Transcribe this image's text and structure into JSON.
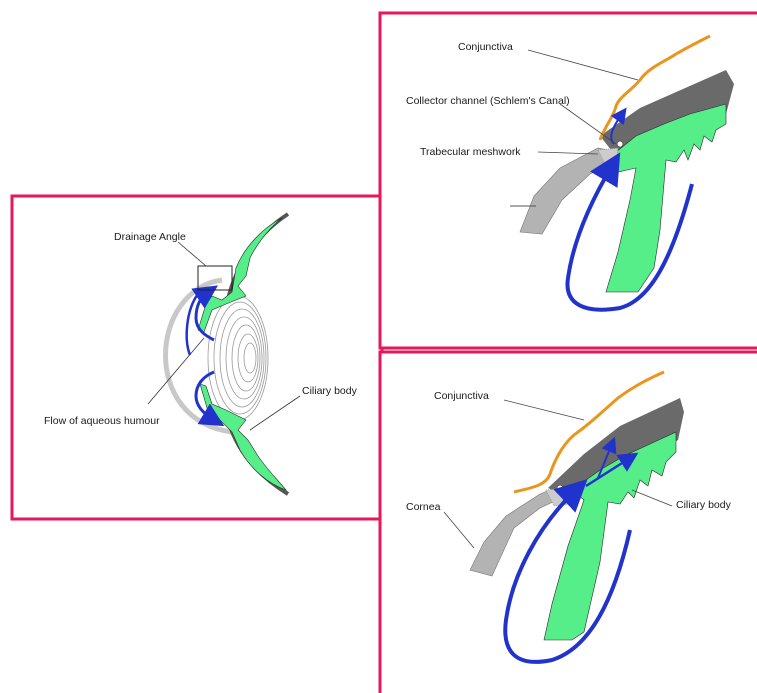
{
  "colors": {
    "frame": "#e6175a",
    "tissue_green": "#55ee88",
    "flow_blue": "#2233cc",
    "conjunctiva_orange": "#e8961e",
    "sclera_dark": "#6a6a6a",
    "cornea_light": "#b3b3b3",
    "line": "#333333"
  },
  "left_panel": {
    "drainage_angle_label": "Drainage Angle",
    "flow_label": "Flow of aqueous humour",
    "ciliary_body_label": "Ciliary body"
  },
  "top_right_panel": {
    "conjunctiva_label": "Conjunctiva",
    "collector_label": "Collector channel (Schlem's Canal)",
    "trabecular_label": "Trabecular meshwork"
  },
  "bottom_right_panel": {
    "conjunctiva_label": "Conjunctiva",
    "cornea_label": "Cornea",
    "ciliary_body_label": "Ciliary body"
  }
}
